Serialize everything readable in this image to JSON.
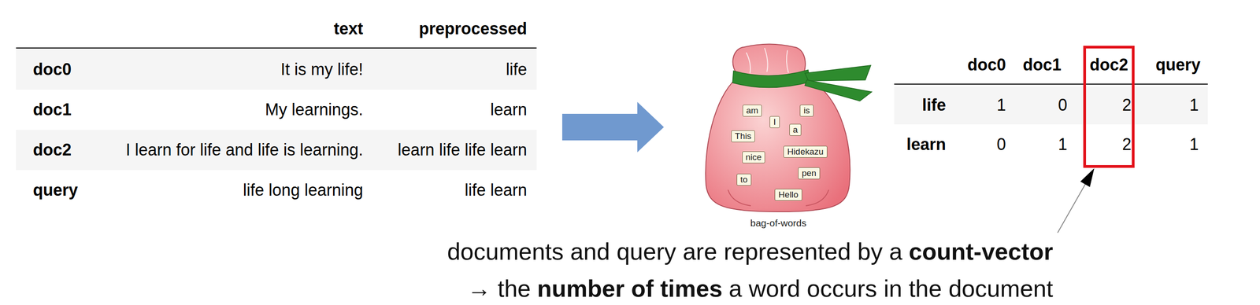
{
  "diagram": {
    "nodes": [
      {
        "text": [
          "bag-of-words"
        ]
      },
      {
        "text": [
          "am"
        ],
        "in": 0
      },
      {
        "text": [
          "is"
        ],
        "in": 0
      },
      {
        "text": [
          "I"
        ],
        "in": 0
      },
      {
        "text": [
          "a"
        ],
        "in": 0
      },
      {
        "text": [
          "This"
        ],
        "in": 0
      },
      {
        "text": [
          "Hidekazu"
        ],
        "in": 0
      },
      {
        "text": [
          "nice"
        ],
        "in": 0
      },
      {
        "text": [
          "pen"
        ],
        "in": 0
      },
      {
        "text": [
          "to"
        ],
        "in": 0
      },
      {
        "text": [
          "Hello"
        ],
        "in": 0
      },
      {
        "text": [
          "doc2",
          "2",
          "2"
        ]
      }
    ],
    "labels": [
      "text",
      "preprocessed",
      "doc0",
      "It is my life!",
      "life",
      "doc1",
      "My learnings.",
      "learn",
      "doc2",
      "I learn for life and life is learning.",
      "learn life life learn",
      "query",
      "life long learning",
      "life learn",
      "doc0",
      "doc1",
      "query",
      "life",
      "1",
      "0",
      "1",
      "learn",
      "0",
      "1",
      "1",
      "documents and query are represented by a",
      "count-vector",
      "→ the",
      "number of times",
      "a word occurs in the document"
    ]
  }
}
